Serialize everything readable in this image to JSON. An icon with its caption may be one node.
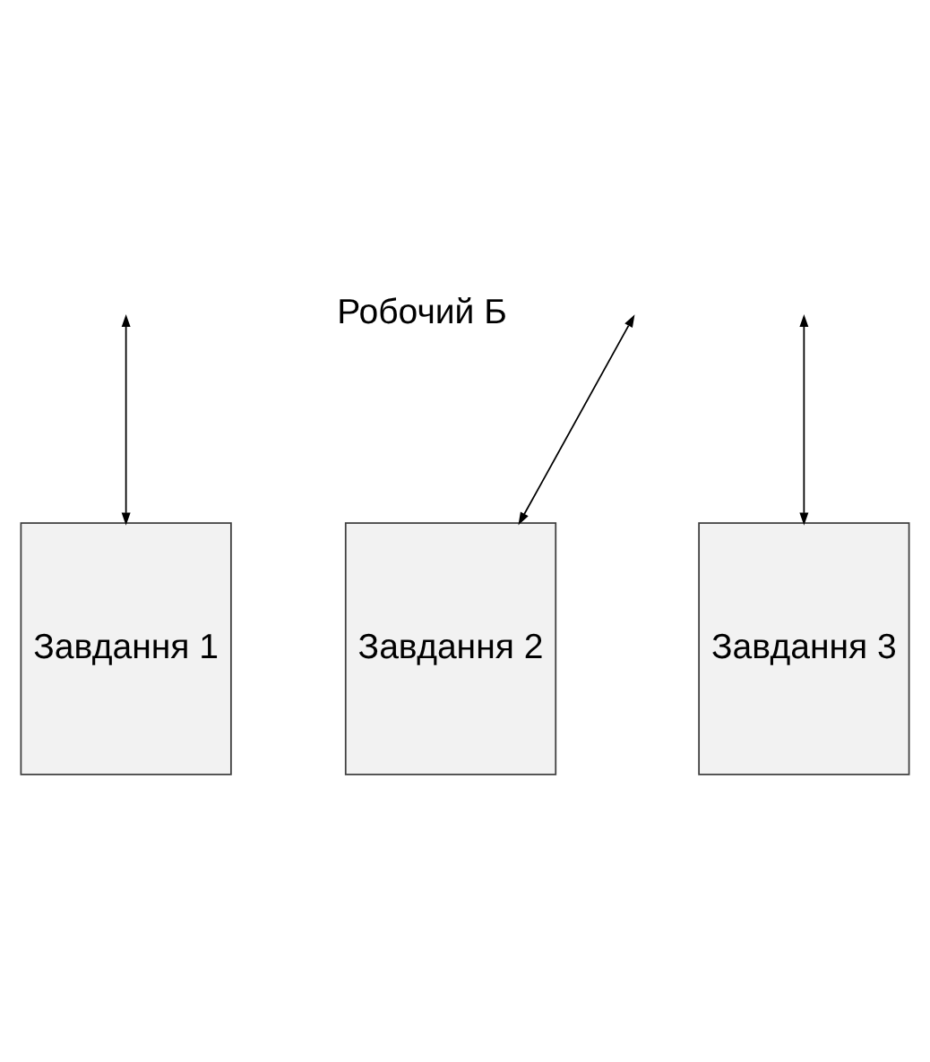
{
  "diagram": {
    "nodes": [
      {
        "text": [
          "Завдання 1"
        ]
      },
      {
        "text": [
          "Завдання 2"
        ]
      },
      {
        "text": [
          "Завдання 3"
        ]
      }
    ],
    "edges": [
      {
        "from": null,
        "to": 0,
        "arrow": "both"
      },
      {
        "from": null,
        "to": 1,
        "arrow": "both"
      },
      {
        "from": null,
        "to": 2,
        "arrow": "both"
      }
    ],
    "labels": [
      "Робочий Б"
    ]
  }
}
